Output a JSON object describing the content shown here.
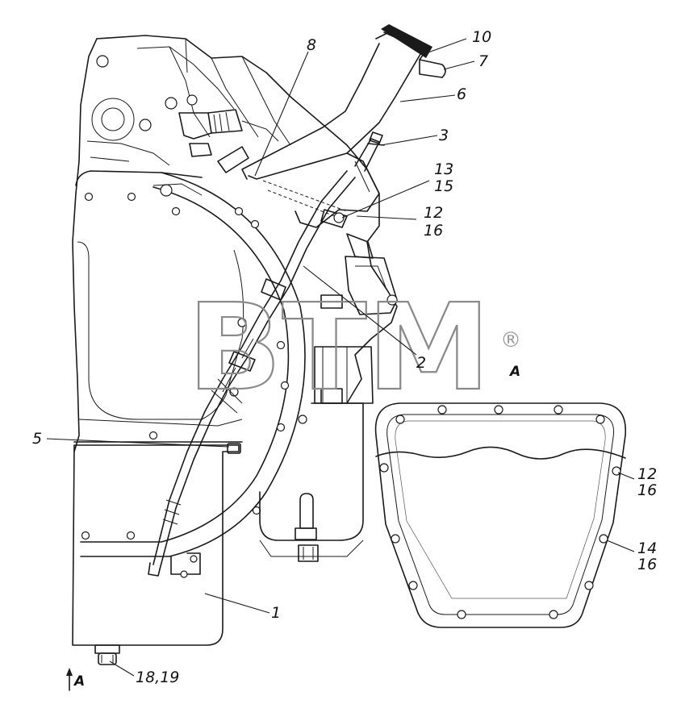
{
  "watermark": {
    "text": "BTM",
    "registered": "®"
  },
  "view_label": "A",
  "view_arrow_label": "A",
  "callouts": {
    "c1": "1",
    "c2": "2",
    "c3": "3",
    "c5": "5",
    "c6": "6",
    "c7": "7",
    "c8": "8",
    "c10": "10",
    "c13_15_top": "13",
    "c13_15_bottom": "15",
    "c12_16_top": "12",
    "c12_16_bottom": "16",
    "c18_19": "18,19",
    "a_c12_16_top": "12",
    "a_c12_16_bottom": "16",
    "a_c14_16_top": "14",
    "a_c14_16_bottom": "16"
  }
}
